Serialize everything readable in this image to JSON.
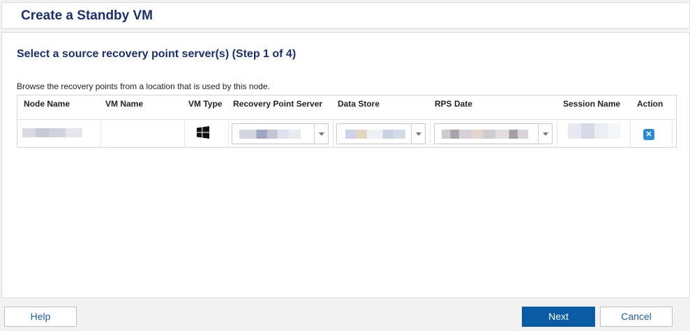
{
  "window": {
    "title": "Create a Standby VM"
  },
  "step": {
    "title": "Select a source recovery point server(s) (Step 1 of 4)",
    "description": "Browse the recovery points from a location that is used by this node."
  },
  "grid": {
    "columns": [
      "Node Name",
      "VM Name",
      "VM Type",
      "Recovery Point Server",
      "Data Store",
      "RPS Date",
      "Session Name",
      "Action"
    ],
    "rows": [
      {
        "vm_type_icon": "windows-icon",
        "action_icon": "delete-icon",
        "action_glyph": "✕"
      }
    ]
  },
  "footer": {
    "help_label": "Help",
    "next_label": "Next",
    "cancel_label": "Cancel"
  },
  "colors": {
    "title": "#1b2f6b",
    "primary_button": "#0a5aa4",
    "action_icon": "#2a8dd4"
  },
  "icons": {
    "vm_type": "windows-icon",
    "combo_trigger": "chevron-down-icon",
    "remove": "delete-icon"
  }
}
